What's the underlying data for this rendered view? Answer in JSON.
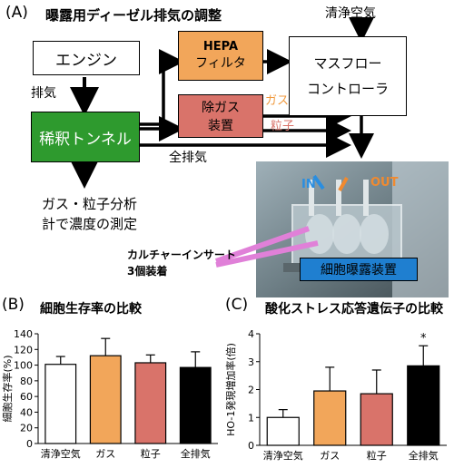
{
  "diagram": {
    "panel_label": "(A)",
    "title": "曝露用ディーゼル排気の調整",
    "engine": "エンジン",
    "exhaust_label": "排気",
    "tunnel": "稀釈トンネル",
    "hepa_line1": "HEPA",
    "hepa_line2": "フィルタ",
    "degas_line1": "除ガス",
    "degas_line2": "装置",
    "clean_air": "清浄空気",
    "mfc_line1": "マスフロー",
    "mfc_line2": "コントローラ",
    "gas_label": "ガス",
    "particle_label": "粒子",
    "all_exhaust_label": "全排気",
    "analysis_line1": "ガス・粒子分析",
    "analysis_line2": "計で濃度の測定",
    "insert_line1": "カルチャーインサート",
    "insert_line2": "3個装着",
    "in_label": "IN",
    "out_label": "OUT",
    "device_label": "細胞曝露装置",
    "colors": {
      "hepa": "#f2a65a",
      "degas": "#d9736a",
      "tunnel": "#2e9a2e",
      "device": "#1f7fd0",
      "gas_text": "#f09a40",
      "particle_text": "#d9736a"
    }
  },
  "chart_data": [
    {
      "type": "bar",
      "panel_label": "(B)",
      "title": "細胞生存率の比較",
      "ylabel": "細胞生存率(%)",
      "ylim": [
        0,
        140
      ],
      "yticks": [
        "0",
        "20",
        "40",
        "60",
        "80",
        "100",
        "120",
        "140"
      ],
      "categories": [
        "清浄空気",
        "ガス",
        "粒子",
        "全排気"
      ],
      "values": [
        101,
        112,
        103,
        97
      ],
      "errors": [
        10,
        22,
        10,
        20
      ],
      "bar_colors": [
        "#ffffff",
        "#f2a65a",
        "#d9736a",
        "#000000"
      ],
      "grid": false
    },
    {
      "type": "bar",
      "panel_label": "(C)",
      "title": "酸化ストレス応答遺伝子の比較",
      "ylabel": "HO-1発現増加率(倍)",
      "ylim": [
        0,
        4
      ],
      "yticks": [
        "0",
        "1",
        "2",
        "3",
        "4"
      ],
      "categories": [
        "清浄空気",
        "ガス",
        "粒子",
        "全排気"
      ],
      "values": [
        1.0,
        1.95,
        1.85,
        2.85
      ],
      "errors": [
        0.28,
        0.85,
        0.85,
        0.72
      ],
      "bar_colors": [
        "#ffffff",
        "#f2a65a",
        "#d9736a",
        "#000000"
      ],
      "annotations": [
        "",
        "",
        "",
        "*"
      ],
      "grid": false
    }
  ]
}
